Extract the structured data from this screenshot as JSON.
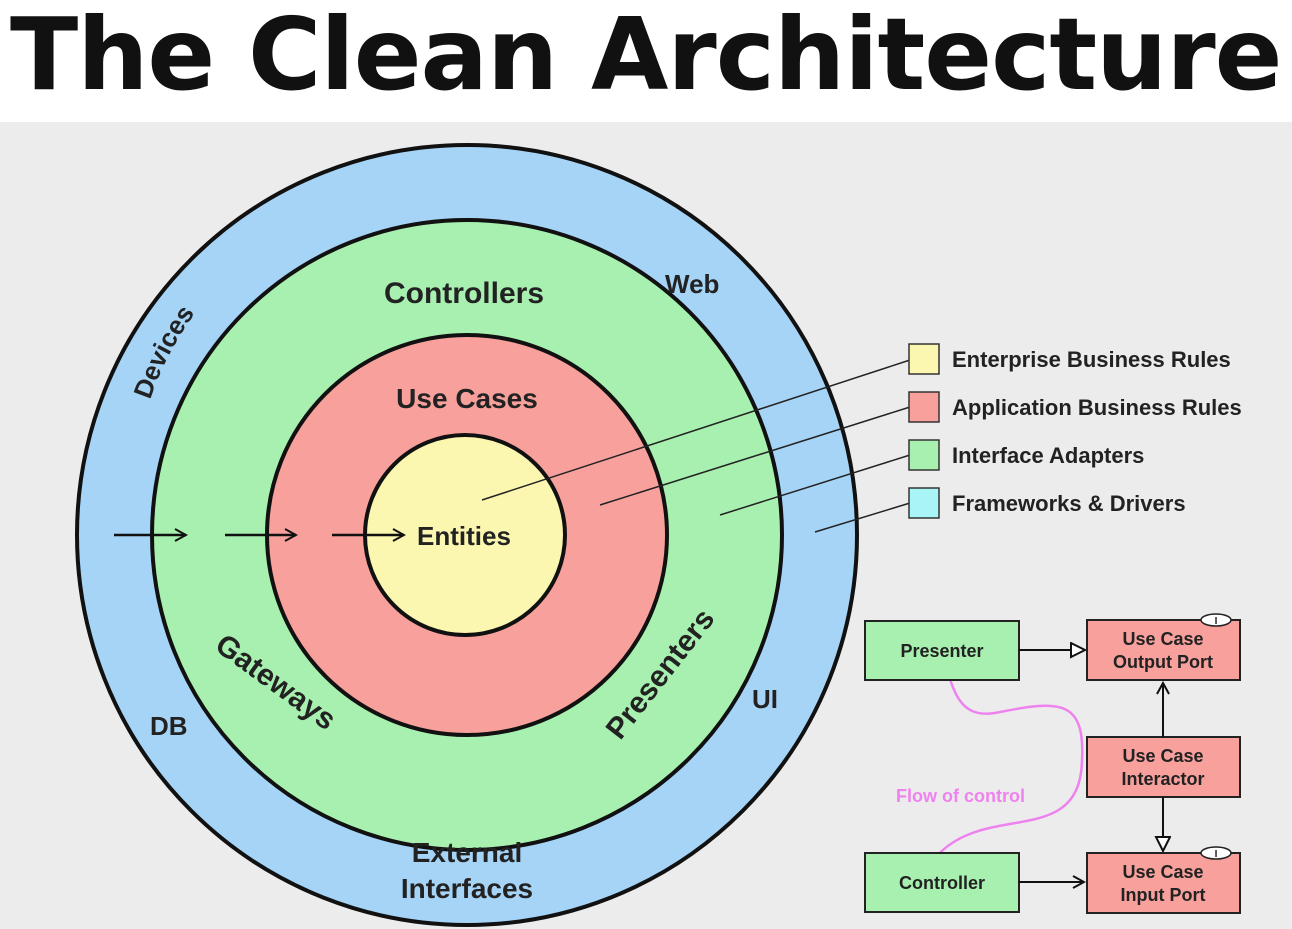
{
  "title": "The Clean Architecture",
  "colors": {
    "frameworks": "#a6d4f7",
    "adapters": "#a8f0b0",
    "usecases": "#f7a09c",
    "entities": "#fbf6b0",
    "legend_frameworks": "#a8f4f7",
    "flow": "#ee82ee",
    "background": "#ececec"
  },
  "rings": {
    "frameworks": [
      "Devices",
      "Web",
      "UI",
      "DB",
      "External",
      "Interfaces"
    ],
    "adapters": [
      "Controllers",
      "Gateways",
      "Presenters"
    ],
    "usecases": [
      "Use Cases"
    ],
    "entities": [
      "Entities"
    ]
  },
  "legend": [
    {
      "label": "Enterprise Business Rules",
      "color": "#fbf6b0"
    },
    {
      "label": "Application Business Rules",
      "color": "#f7a09c"
    },
    {
      "label": "Interface Adapters",
      "color": "#a8f0b0"
    },
    {
      "label": "Frameworks & Drivers",
      "color": "#a8f4f7"
    }
  ],
  "flow_diagram": {
    "presenter": "Presenter",
    "controller": "Controller",
    "output_port": [
      "Use Case",
      "Output Port"
    ],
    "interactor": [
      "Use Case",
      "Interactor"
    ],
    "input_port": [
      "Use Case",
      "Input Port"
    ],
    "flow_label": "Flow of control",
    "interface_marker": "I"
  }
}
